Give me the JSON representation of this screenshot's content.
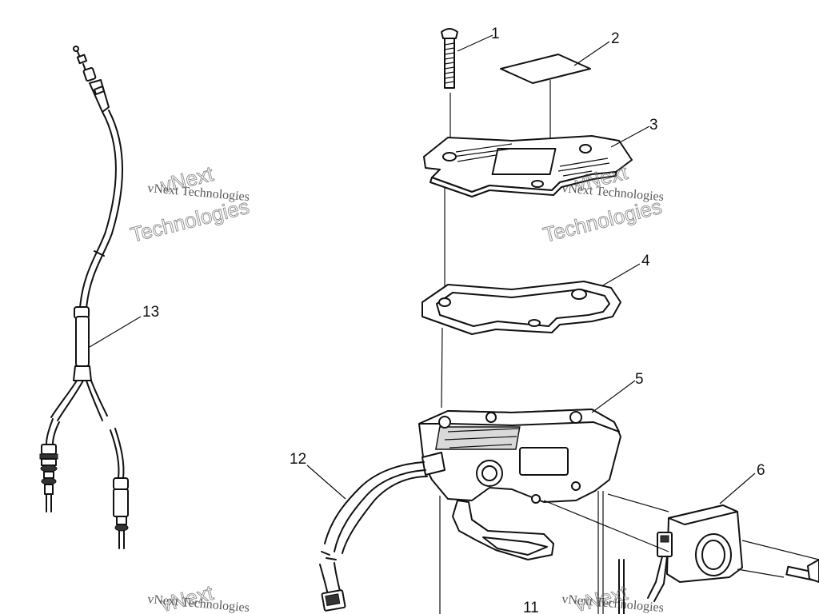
{
  "callouts": [
    {
      "id": "1",
      "label": "1"
    },
    {
      "id": "2",
      "label": "2"
    },
    {
      "id": "3",
      "label": "3"
    },
    {
      "id": "4",
      "label": "4"
    },
    {
      "id": "5",
      "label": "5"
    },
    {
      "id": "6",
      "label": "6"
    },
    {
      "id": "11",
      "label": "11"
    },
    {
      "id": "12",
      "label": "12"
    },
    {
      "id": "13",
      "label": "13"
    }
  ],
  "watermark": {
    "line1": "vNext Technologies",
    "line2": "vNext",
    "line3": "Technologies"
  }
}
